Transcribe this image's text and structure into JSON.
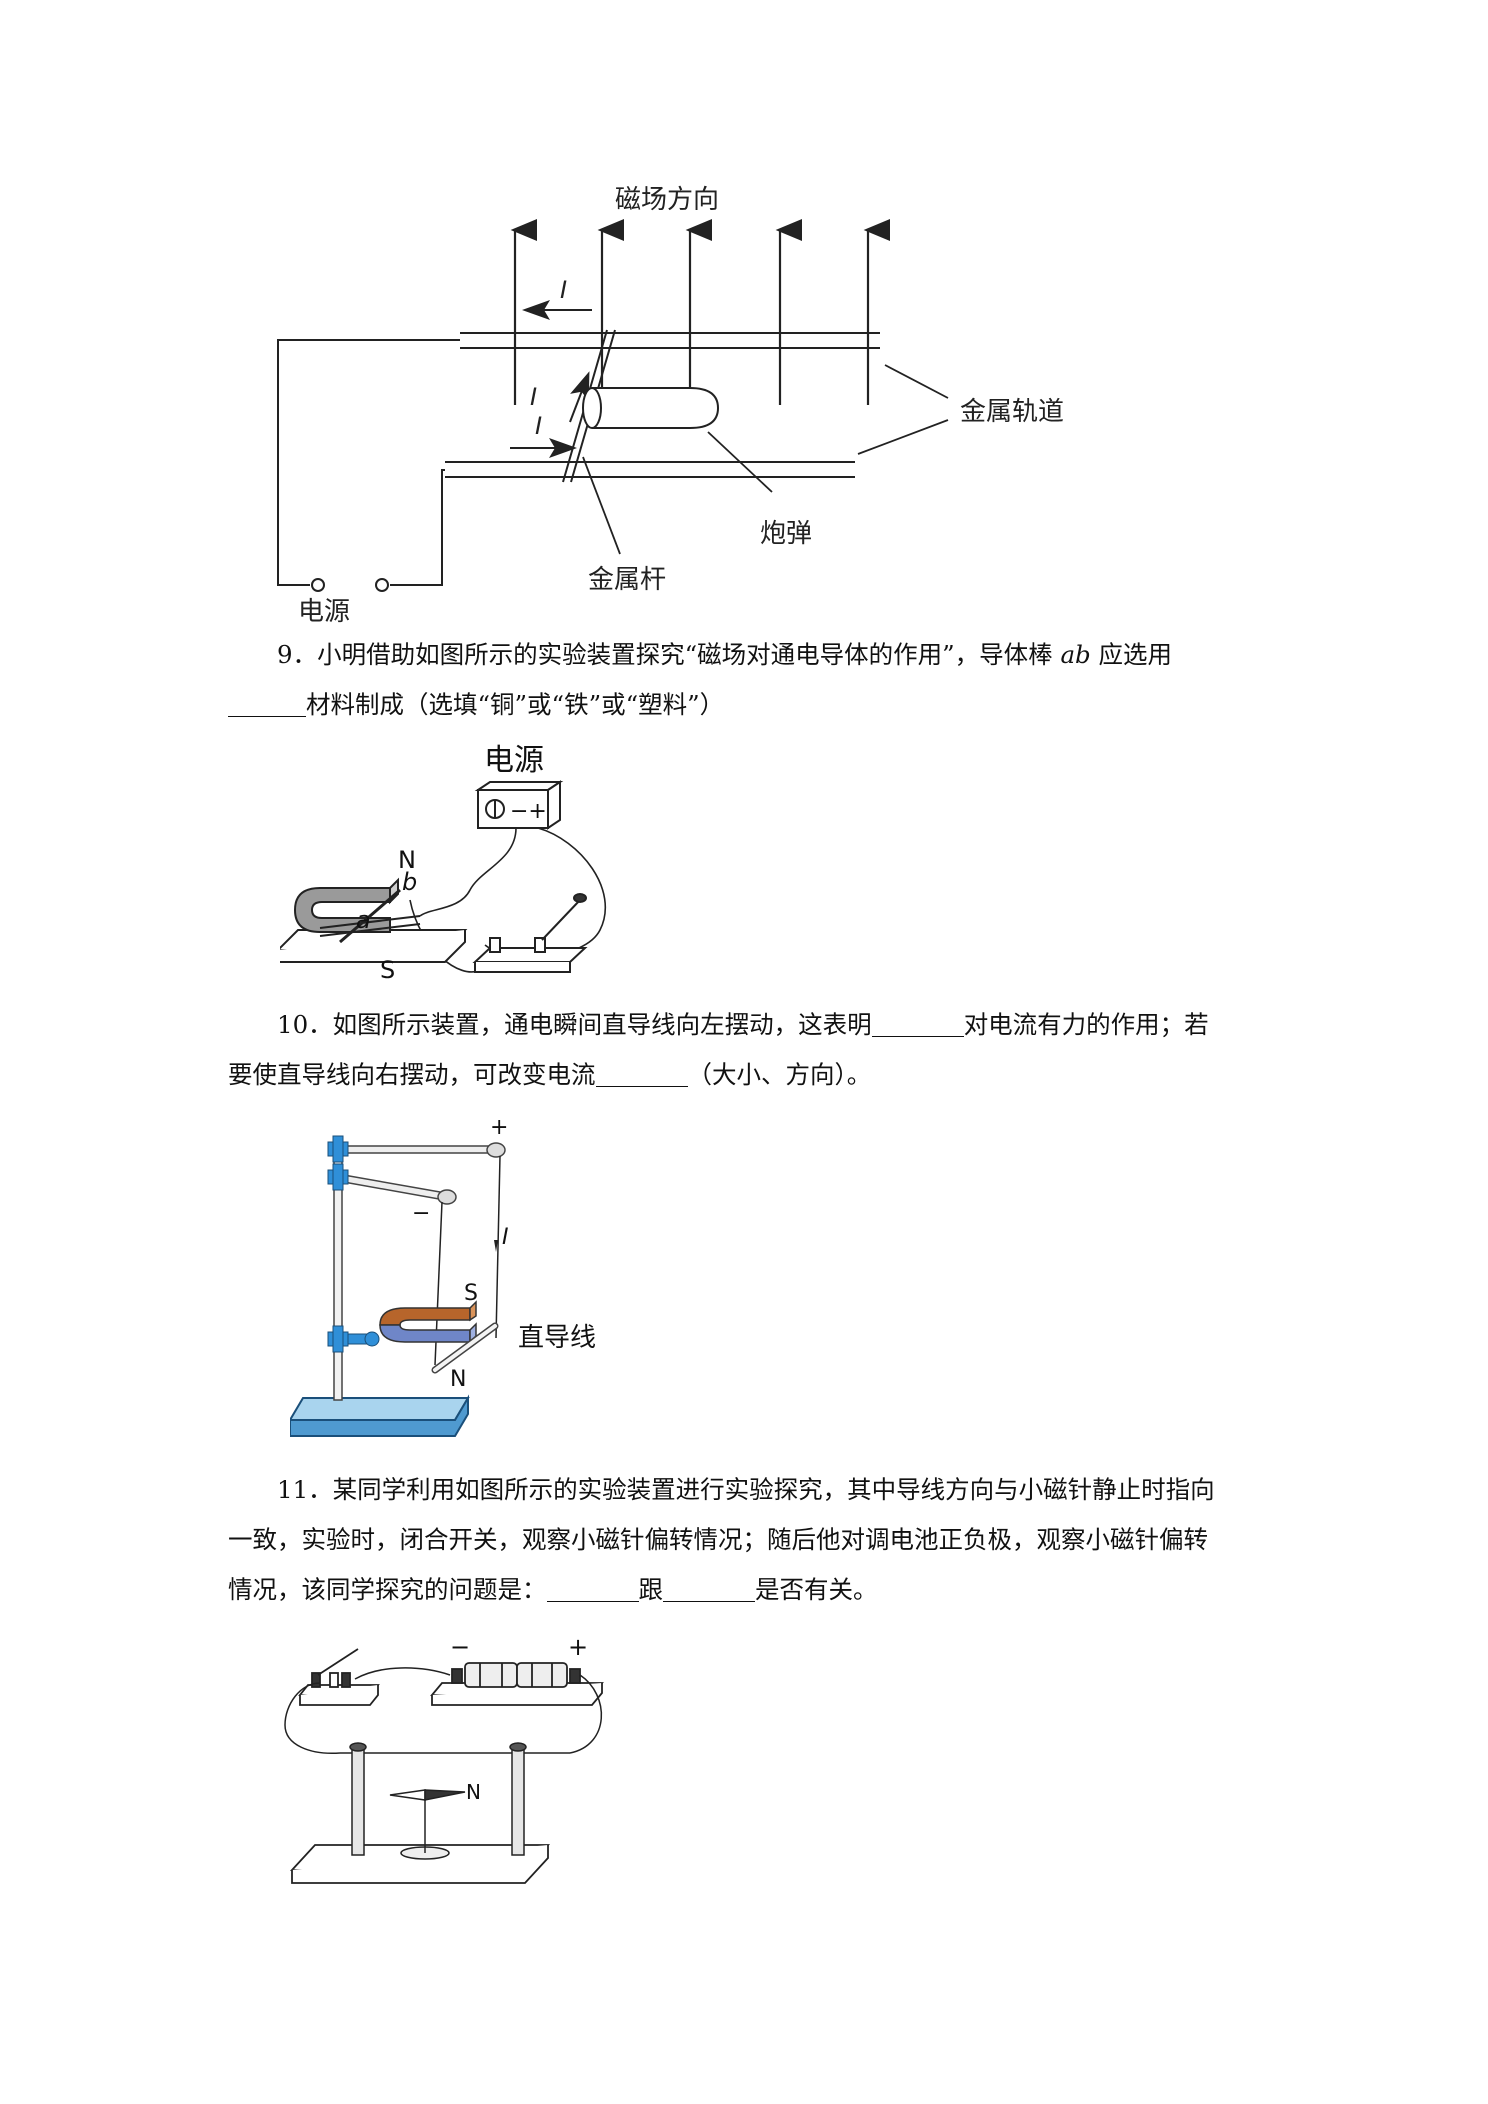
{
  "fig_railgun": {
    "magnetic_field": "磁场方向",
    "current_symbol": "I",
    "metal_track": "金属轨道",
    "projectile": "炮弹",
    "metal_rod": "金属杆",
    "power_source": "电源"
  },
  "q9": {
    "line1_before": "9．小明借助如图所示的实验装置探究“磁场对通电导体的作用”，导体棒 ",
    "line1_ab": "ab",
    "line1_after": " 应选用",
    "line2": "材料制成（选填“铜”或“铁”或“塑料”）"
  },
  "fig_q9": {
    "power_source": "电源",
    "north": "N",
    "south": "S",
    "end_a": "a",
    "end_b": "b",
    "meter_signs": "−+"
  },
  "q10": {
    "line1_before": "10．如图所示装置，通电瞬间直导线向左摆动，这表明",
    "line1_after": "对电流有力的作用；若",
    "line2_before": "要使直导线向右摆动，可改变电流",
    "line2_after": "（大小、方向）。"
  },
  "fig_q10": {
    "plus": "+",
    "minus": "−",
    "current_symbol": "I",
    "south": "S",
    "north": "N",
    "straight_wire": "直导线"
  },
  "q11": {
    "line1": "11．某同学利用如图所示的实验装置进行实验探究，其中导线方向与小磁针静止时指向",
    "line2": "一致，实验时，闭合开关，观察小磁针偏转情况；随后他对调电池正负极，观察小磁针偏转",
    "line3_before": "情况，该同学探究的问题是：",
    "line3_mid": "跟",
    "line3_after": "是否有关。"
  },
  "fig_q11": {
    "minus": "−",
    "plus": "+",
    "north": "N"
  }
}
